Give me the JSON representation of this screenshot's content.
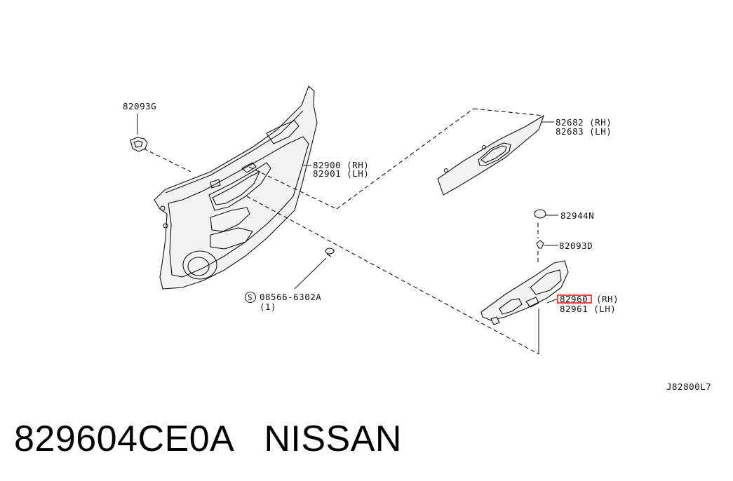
{
  "callouts": {
    "clip_top": "82093G",
    "trim_rh": "82900 (RH)",
    "trim_lh": "82901 (LH)",
    "finisher_rh": "82682 (RH)",
    "finisher_lh": "82683 (LH)",
    "cap": "82944N",
    "clip_small": "82093D",
    "switch_base_number": "82960",
    "switch_base_rh_suffix": "(RH)",
    "switch_base_lh": "82961 (LH)",
    "screw_code": "08566-6302A",
    "screw_qty": "(1)",
    "screw_symbol": "S"
  },
  "diagram_code": "J82800L7",
  "caption": {
    "part_number": "829604CE0A",
    "brand": "NISSAN"
  },
  "highlight_color": "#e53935"
}
